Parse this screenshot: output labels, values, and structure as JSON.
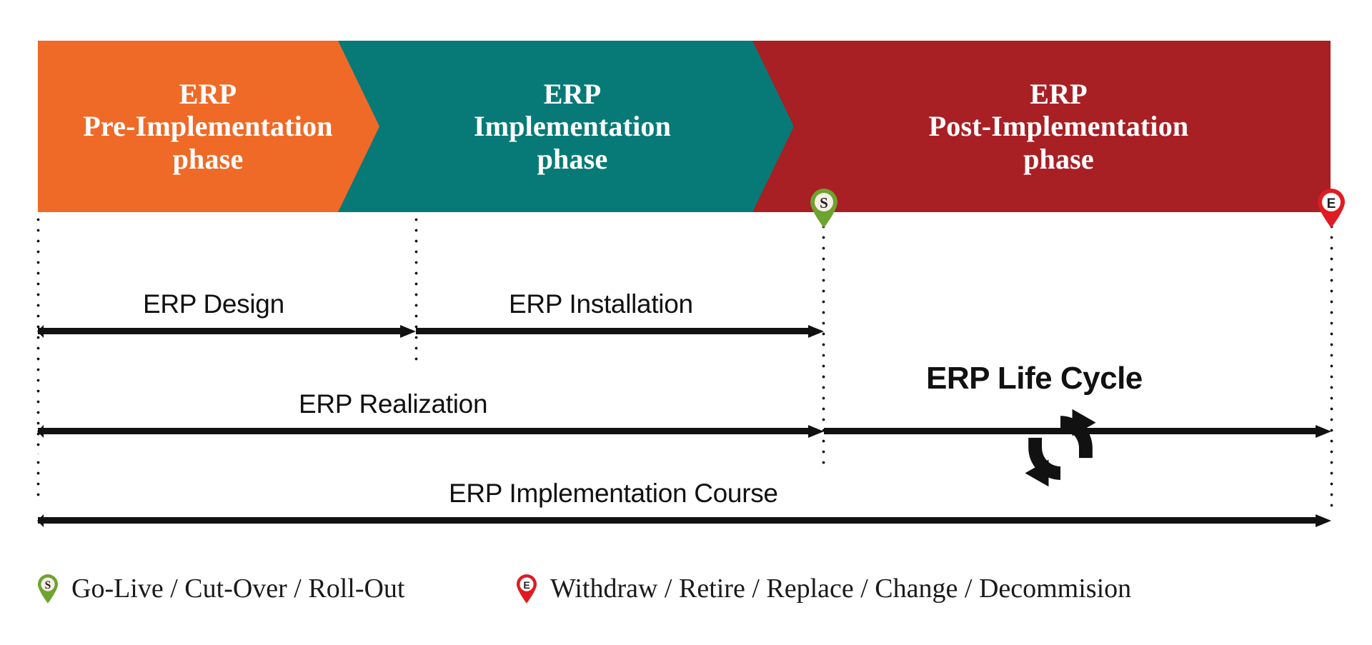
{
  "diagram": {
    "title": "ERP Life Cycle",
    "colors": {
      "pre_implementation": "#EF6A26",
      "implementation": "#077A77",
      "post_implementation": "#A81F24",
      "start_marker": "#6DA32F",
      "end_marker": "#E01B22",
      "line": "#111111"
    },
    "phases": [
      {
        "id": "pre",
        "line1": "ERP",
        "line2": "Pre-Implementation",
        "line3": "phase"
      },
      {
        "id": "impl",
        "line1": "ERP",
        "line2": "Implementation",
        "line3": "phase"
      },
      {
        "id": "post",
        "line1": "ERP",
        "line2": "Post-Implementation",
        "line3": "phase"
      }
    ],
    "tracks": [
      {
        "id": "design",
        "label": "ERP Design"
      },
      {
        "id": "installation",
        "label": "ERP Installation"
      },
      {
        "id": "realization",
        "label": "ERP Realization"
      },
      {
        "id": "course",
        "label": "ERP Implementation Course"
      }
    ],
    "lifecycle": {
      "label": "ERP Life Cycle",
      "icon": "refresh-cycle-icon"
    },
    "markers": [
      {
        "id": "start",
        "letter": "S",
        "color": "#6DA32F"
      },
      {
        "id": "end",
        "letter": "E",
        "color": "#E01B22"
      }
    ],
    "legend": [
      {
        "letter": "S",
        "color": "#6DA32F",
        "text": "Go-Live / Cut-Over / Roll-Out"
      },
      {
        "letter": "E",
        "color": "#E01B22",
        "text": "Withdraw / Retire / Replace / Change / Decommision"
      }
    ]
  }
}
